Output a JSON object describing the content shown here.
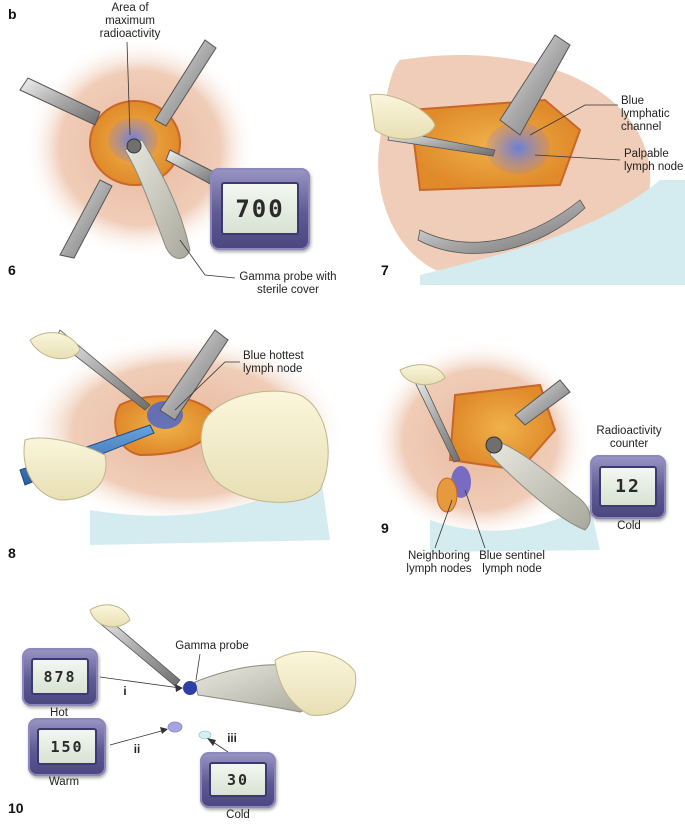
{
  "panels": {
    "b": "b",
    "p6": "6",
    "p7": "7",
    "p8": "8",
    "p9": "9",
    "p10": "10"
  },
  "labels": {
    "max_radioactivity": "Area of maximum radioactivity",
    "gamma_probe_cover": "Gamma probe with sterile cover",
    "blue_channel": "Blue lymphatic channel",
    "palpable_node": "Palpable lymph node",
    "blue_hottest": "Blue hottest lymph node",
    "radioactivity_counter": "Radioactivity counter",
    "neighboring_nodes": "Neighboring lymph nodes",
    "blue_sentinel": "Blue sentinel lymph node",
    "gamma_probe": "Gamma probe",
    "hot": "Hot",
    "warm": "Warm",
    "cold": "Cold",
    "cold_10": "Cold",
    "roman_i": "i",
    "roman_ii": "ii",
    "roman_iii": "iii"
  },
  "readouts": {
    "p6": "700",
    "p9": "12",
    "hot": "878",
    "warm": "150",
    "cold": "30"
  }
}
